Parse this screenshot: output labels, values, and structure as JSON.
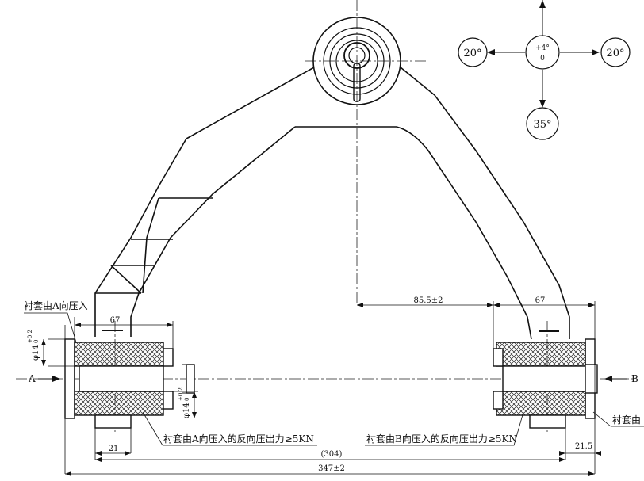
{
  "drawing": {
    "angle_circles": {
      "left": "20°",
      "right": "20°",
      "bottom": "35°",
      "center_top": "+4°",
      "center_bottom": "0"
    },
    "view_arrows": {
      "left": "A",
      "right": "B"
    },
    "dimensions": {
      "offset": "85.5±2",
      "left_bushing_width": "67",
      "right_bushing_width": "67",
      "left_edge": "21",
      "right_edge": "21.5",
      "inner_span": "(304)",
      "overall": "347±2",
      "dia_left_main": "φ14",
      "dia_left_tol_top": "+0.2",
      "dia_left_tol_bottom": "0",
      "dia_right_main": "φ14",
      "dia_right_tol_top": "+0.2",
      "dia_right_tol_bottom": "0"
    },
    "notes": {
      "left_press_in": "衬套由A向压入",
      "left_pull_out": "衬套由A向压入的反向压出力≥5KN",
      "right_pull_out": "衬套由B向压入的反向压出力≥5KN",
      "right_press_in_partial": "衬套由"
    }
  }
}
